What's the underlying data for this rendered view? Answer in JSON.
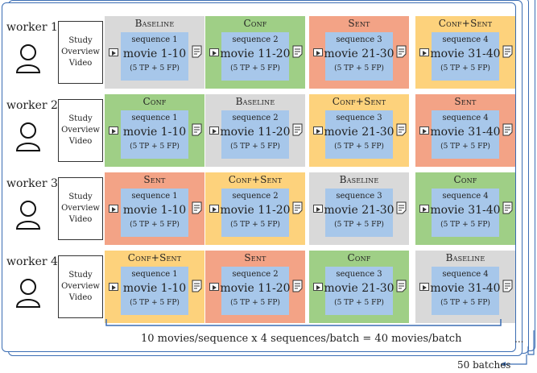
{
  "workers": [
    {
      "label": "worker 1",
      "study": [
        "Study",
        "Overview",
        "Video"
      ],
      "conditions": [
        {
          "name": "Baseline",
          "color": "#d9d9d9",
          "sequence": "sequence 1",
          "movies": "movie 1-10",
          "counts": "(5 TP + 5 FP)"
        },
        {
          "name": "Conf",
          "color": "#9fcf86",
          "sequence": "sequence 2",
          "movies": "movie 11-20",
          "counts": "(5 TP + 5 FP)"
        },
        {
          "name": "Sent",
          "color": "#f3a386",
          "sequence": "sequence 3",
          "movies": "movie 21-30",
          "counts": "(5 TP + 5 FP)"
        },
        {
          "name": "Conf+Sent",
          "color": "#fdd27c",
          "sequence": "sequence 4",
          "movies": "movie 31-40",
          "counts": "(5 TP + 5 FP)"
        }
      ]
    },
    {
      "label": "worker 2",
      "study": [
        "Study",
        "Overview",
        "Video"
      ],
      "conditions": [
        {
          "name": "Conf",
          "color": "#9fcf86",
          "sequence": "sequence 1",
          "movies": "movie 1-10",
          "counts": "(5 TP + 5 FP)"
        },
        {
          "name": "Baseline",
          "color": "#d9d9d9",
          "sequence": "sequence 2",
          "movies": "movie 11-20",
          "counts": "(5 TP + 5 FP)"
        },
        {
          "name": "Conf+Sent",
          "color": "#fdd27c",
          "sequence": "sequence 3",
          "movies": "movie 21-30",
          "counts": "(5 TP + 5 FP)"
        },
        {
          "name": "Sent",
          "color": "#f3a386",
          "sequence": "sequence 4",
          "movies": "movie 31-40",
          "counts": "(5 TP + 5 FP)"
        }
      ]
    },
    {
      "label": "worker 3",
      "study": [
        "Study",
        "Overview",
        "Video"
      ],
      "conditions": [
        {
          "name": "Sent",
          "color": "#f3a386",
          "sequence": "sequence 1",
          "movies": "movie 1-10",
          "counts": "(5 TP + 5 FP)"
        },
        {
          "name": "Conf+Sent",
          "color": "#fdd27c",
          "sequence": "sequence 2",
          "movies": "movie 11-20",
          "counts": "(5 TP + 5 FP)"
        },
        {
          "name": "Baseline",
          "color": "#d9d9d9",
          "sequence": "sequence 3",
          "movies": "movie 21-30",
          "counts": "(5 TP + 5 FP)"
        },
        {
          "name": "Conf",
          "color": "#9fcf86",
          "sequence": "sequence 4",
          "movies": "movie 31-40",
          "counts": "(5 TP + 5 FP)"
        }
      ]
    },
    {
      "label": "worker 4",
      "study": [
        "Study",
        "Overview",
        "Video"
      ],
      "conditions": [
        {
          "name": "Conf+Sent",
          "color": "#fdd27c",
          "sequence": "sequence 1",
          "movies": "movie 1-10",
          "counts": "(5 TP + 5 FP)"
        },
        {
          "name": "Sent",
          "color": "#f3a386",
          "sequence": "sequence 2",
          "movies": "movie 11-20",
          "counts": "(5 TP + 5 FP)"
        },
        {
          "name": "Conf",
          "color": "#9fcf86",
          "sequence": "sequence 3",
          "movies": "movie 21-30",
          "counts": "(5 TP + 5 FP)"
        },
        {
          "name": "Baseline",
          "color": "#d9d9d9",
          "sequence": "sequence 4",
          "movies": "movie 31-40",
          "counts": "(5 TP + 5 FP)"
        }
      ]
    }
  ],
  "footer": "10 movies/sequence x 4 sequences/batch = 40 movies/batch",
  "batches": "50 batches",
  "ellipsis": "...",
  "colors": {
    "frame": "#3b6db3",
    "sequence": "#a7c7ea"
  }
}
